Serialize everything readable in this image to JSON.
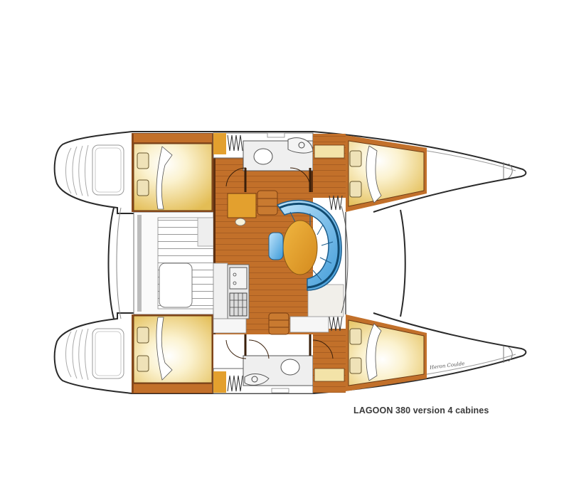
{
  "caption": "LAGOON 380 version 4 cabines",
  "signature": "Heron Coulde",
  "colors": {
    "hull_outline": "#2a2a2a",
    "teak_floor": "#c2702a",
    "teak_dark": "#8a4a1c",
    "teak_stripe": "#a85e22",
    "berth_cream": "#f3e3a8",
    "berth_gold": "#e8c35a",
    "pillow": "#efe2b8",
    "cushion_blue": "#4aa7e0",
    "cushion_light": "#9fd3f5",
    "table_orange": "#e3a02e",
    "white_deck": "#ffffff",
    "grey_fixture": "#d8d8d8"
  },
  "diagram": {
    "title": "LAGOON 380 version 4 cabines",
    "type": "catamaran deck plan",
    "orientation": "stern left, bow right",
    "areas": [
      {
        "id": "aft-port-cabin",
        "label": "Aft port double cabin"
      },
      {
        "id": "aft-starboard-cabin",
        "label": "Aft starboard double cabin"
      },
      {
        "id": "fwd-port-cabin",
        "label": "Forward port double cabin"
      },
      {
        "id": "fwd-starboard-cabin",
        "label": "Forward starboard double cabin"
      },
      {
        "id": "port-head",
        "label": "Port head (toilet & sink)"
      },
      {
        "id": "starboard-head",
        "label": "Starboard head (toilet & sink)"
      },
      {
        "id": "saloon",
        "label": "Saloon with curved settee and oval table"
      },
      {
        "id": "galley",
        "label": "Galley (sink & stove)"
      },
      {
        "id": "chart-table",
        "label": "Chart table"
      },
      {
        "id": "cockpit",
        "label": "Aft cockpit with bench and table"
      },
      {
        "id": "trampoline",
        "label": "Forward trampoline area"
      },
      {
        "id": "stern-steps-port",
        "label": "Port stern steps"
      },
      {
        "id": "stern-steps-starboard",
        "label": "Starboard stern steps"
      }
    ]
  }
}
